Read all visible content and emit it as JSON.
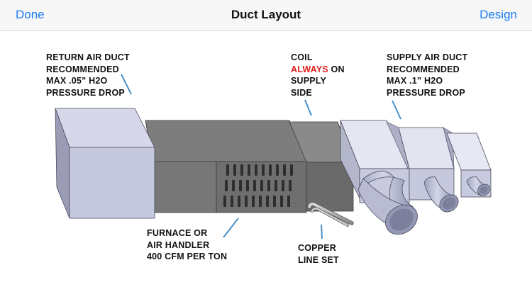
{
  "navbar": {
    "left_button": "Done",
    "title": "Duct Layout",
    "right_button": "Design"
  },
  "colors": {
    "accent": "#1a7cf5",
    "emphasis_red": "#e0201c",
    "leader_line": "#4a90c8"
  },
  "diagram": {
    "return_duct": [
      "RETURN AIR DUCT",
      "RECOMMENDED",
      "MAX .05” H2O",
      "PRESSURE DROP"
    ],
    "coil": {
      "line1": "COIL",
      "line2_emphasis": "ALWAYS",
      "line2_rest": " ON",
      "line3": "SUPPLY",
      "line4": "SIDE"
    },
    "supply_duct": [
      "SUPPLY AIR DUCT",
      "RECOMMENDED",
      "MAX .1” H2O",
      "PRESSURE DROP"
    ],
    "furnace": [
      "FURNACE OR",
      "AIR HANDLER",
      "400 CFM PER TON"
    ],
    "copper": [
      "COPPER",
      "LINE SET"
    ]
  }
}
